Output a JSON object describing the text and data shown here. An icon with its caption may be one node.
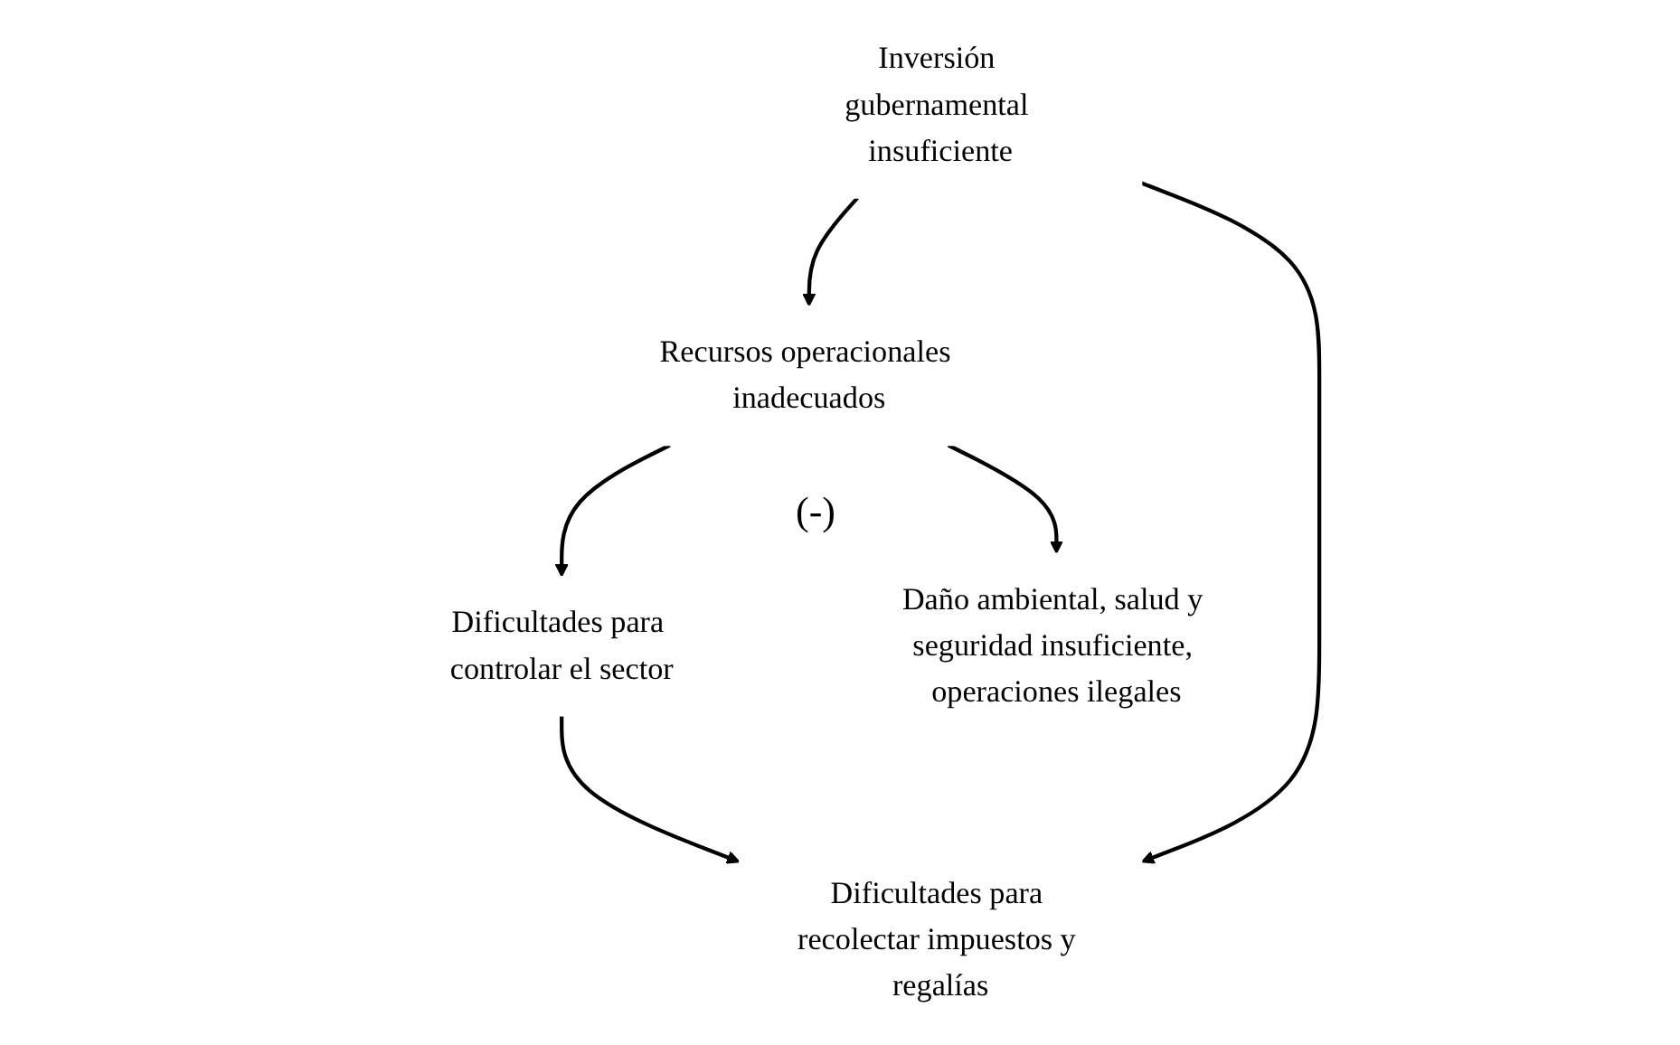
{
  "diagram": {
    "nodes": [
      {
        "text": [
          "Recursos operacionales inadecuados"
        ]
      },
      {
        "text": [
          "Dificultades para controlar el sector"
        ]
      },
      {
        "text": [
          "Inversión gubernamental insuficiente"
        ]
      },
      {
        "text": [
          "Dificultades para recolectar impuestos y regalías"
        ]
      },
      {
        "text": [
          "Daño ambiental, salud y seguridad insuficiente, operaciones ilegales"
        ]
      }
    ],
    "edges": [
      {
        "from": 0,
        "to": 4,
        "arrow": "to"
      },
      {
        "from": 0,
        "to": 1,
        "arrow": "to"
      },
      {
        "from": 2,
        "to": 0,
        "arrow": "to"
      },
      {
        "from": 1,
        "to": 3,
        "arrow": "to"
      },
      {
        "from": 2,
        "to": 3,
        "arrow": "to"
      }
    ],
    "labels": [
      "(-)"
    ]
  }
}
